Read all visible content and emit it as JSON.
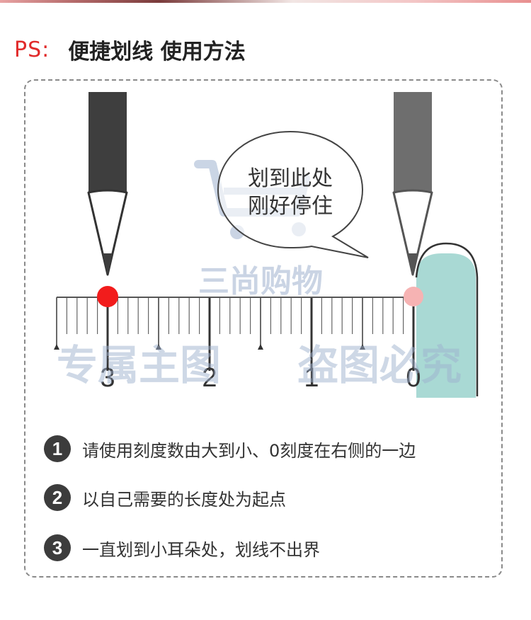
{
  "header": {
    "prefix": "PS:",
    "title": "便捷划线 使用方法"
  },
  "illustration": {
    "bubble_line1": "划到此处",
    "bubble_line2": "刚好停住",
    "ruler_numbers": [
      "3",
      "2",
      "1",
      "0"
    ],
    "watermark_center": "三尚购物",
    "watermark_left": "专属主图",
    "watermark_right": "盗图必究",
    "colors": {
      "red_line": "#f21c1c",
      "tab": "#a9d9d4",
      "pencil": "#3e3e3e"
    }
  },
  "steps": [
    {
      "number": "1",
      "text": "请使用刻度数由大到小、0刻度在右侧的一边"
    },
    {
      "number": "2",
      "text": "以自己需要的长度处为起点"
    },
    {
      "number": "3",
      "text": "一直划到小耳朵处，划线不出界"
    }
  ]
}
